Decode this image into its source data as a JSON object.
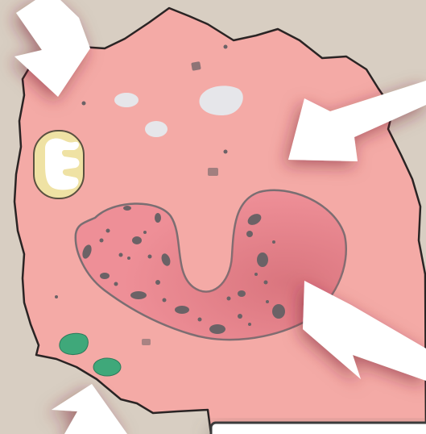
{
  "diagram": {
    "subject": "cell",
    "colors": {
      "background": "#d8cec2",
      "cytoplasm": "#f4aaa6",
      "cytoplasm_outline": "#2a2424",
      "nucleus": "#ee8f97",
      "nucleus_outline": "#7a6e72",
      "chromatin": "#6b6266",
      "vesicle": "#e6e6ea",
      "mitochondrion_outer": "#efe2a4",
      "mitochondrion_inner": "#ffffff",
      "granule": "#3fa87a",
      "arrow": "#ffffff",
      "label_box": "#ffffff"
    },
    "parts": [
      {
        "id": "cell-membrane",
        "kind": "membrane"
      },
      {
        "id": "cytoplasm",
        "kind": "region"
      },
      {
        "id": "nucleus",
        "kind": "organelle",
        "shape": "lobed"
      },
      {
        "id": "mitochondrion",
        "kind": "organelle"
      },
      {
        "id": "vesicles",
        "kind": "organelle",
        "count": 3
      },
      {
        "id": "granules",
        "kind": "organelle",
        "count": 2
      }
    ],
    "arrows": [
      {
        "id": "arrow-top-left",
        "direction": "down-right"
      },
      {
        "id": "arrow-right-upper",
        "direction": "left"
      },
      {
        "id": "arrow-right-lower",
        "direction": "up-left"
      },
      {
        "id": "arrow-bottom-left",
        "direction": "up"
      }
    ],
    "label_boxes": [
      {
        "id": "label-box-bottom-right",
        "text": ""
      }
    ]
  }
}
